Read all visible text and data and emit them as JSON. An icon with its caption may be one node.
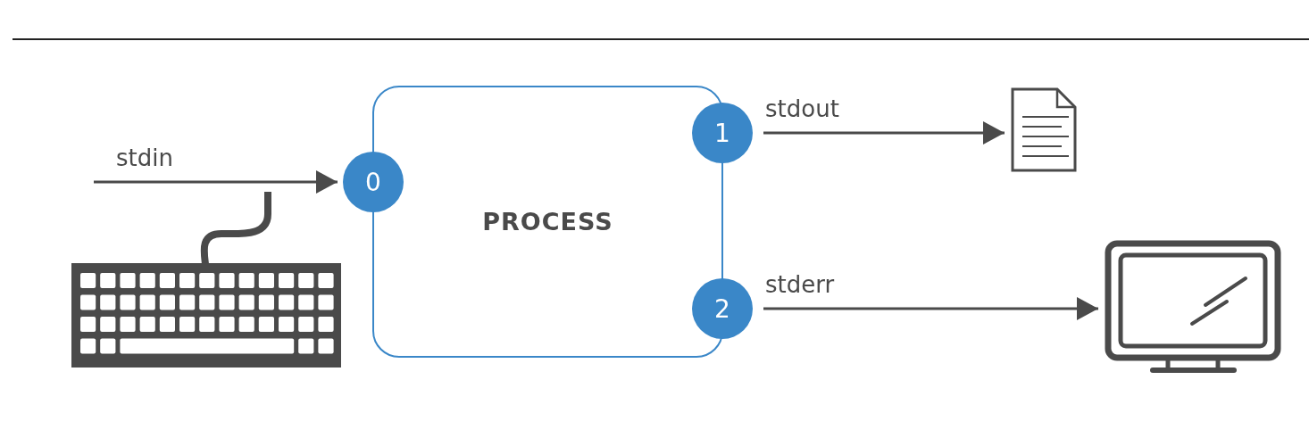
{
  "diagram": {
    "nodes": [
      {
        "text": [
          "PROCESS"
        ]
      },
      {
        "text": [
          "0"
        ]
      },
      {
        "text": [
          "1"
        ]
      },
      {
        "text": [
          "2"
        ]
      },
      {
        "text": [],
        "shape": "picture"
      },
      {
        "text": [],
        "shape": "picture"
      }
    ],
    "edges": [
      {
        "from": null,
        "to": 1,
        "arrow": "to",
        "label": "stdin"
      },
      {
        "from": 2,
        "to": 4,
        "arrow": "to",
        "label": "stdout"
      },
      {
        "from": 3,
        "to": 5,
        "arrow": "to",
        "label": "stderr"
      }
    ]
  }
}
